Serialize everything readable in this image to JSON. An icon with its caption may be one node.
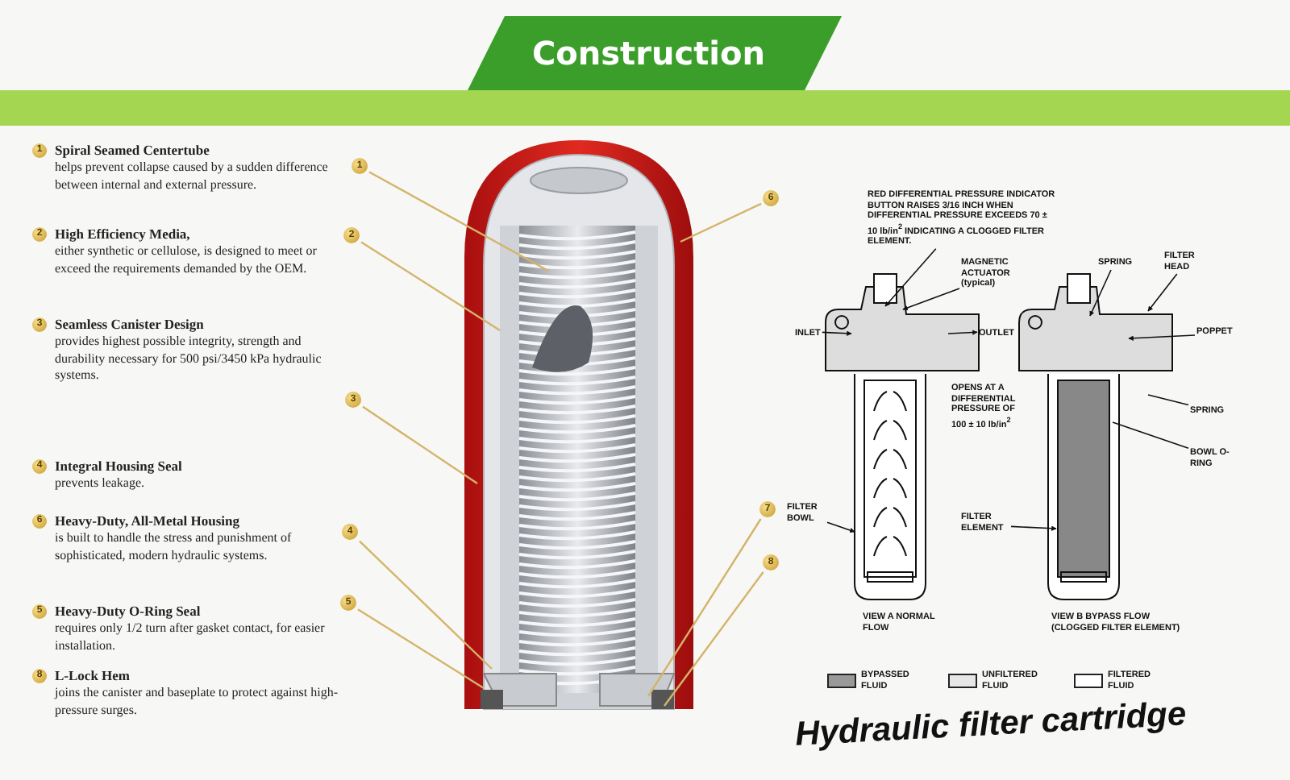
{
  "diagram": {
    "title": "Construction",
    "caption": "Hydraulic filter cartridge",
    "nodes": [
      {
        "text": [
          "1"
        ]
      },
      {
        "text": [
          "2"
        ]
      },
      {
        "text": [
          "3"
        ]
      },
      {
        "text": [
          "4"
        ]
      },
      {
        "text": [
          "5"
        ]
      },
      {
        "text": [
          "6"
        ]
      },
      {
        "text": [
          "7"
        ]
      },
      {
        "text": [
          "8"
        ]
      },
      {
        "text": [
          "RED DIFFERENTIAL PRESSURE INDICATOR BUTTON RAISES 3/16 INCH WHEN DIFFERENTIAL PRESSURE EXCEEDS 70 ± 10 lb/in$^{2}$ INDICATING A CLOGGED FILTER ELEMENT."
        ]
      },
      {
        "text": [
          "MAGNETIC ACTUATOR (typical)"
        ]
      },
      {
        "text": [
          "INLET"
        ]
      },
      {
        "text": [
          "OUTLET"
        ]
      },
      {
        "text": [
          "SPRING"
        ]
      },
      {
        "text": [
          "FILTER HEAD"
        ]
      },
      {
        "text": [
          "POPPET"
        ]
      },
      {
        "text": [
          "SPRING"
        ]
      },
      {
        "text": [
          "BOWL O-RING"
        ]
      },
      {
        "text": [
          "FILTER BOWL"
        ]
      },
      {
        "text": [
          "FILTER ELEMENT"
        ]
      }
    ],
    "edges": [
      {
        "from": 0,
        "to": null,
        "arrow": "none",
        "color": "#d4b46a"
      },
      {
        "from": 1,
        "to": null,
        "arrow": "none",
        "color": "#d4b46a"
      },
      {
        "from": 2,
        "to": null,
        "arrow": "none",
        "color": "#d4b46a"
      },
      {
        "from": 3,
        "to": null,
        "arrow": "none",
        "color": "#d4b46a"
      },
      {
        "from": 4,
        "to": null,
        "arrow": "none",
        "color": "#d4b46a"
      },
      {
        "from": 5,
        "to": null,
        "arrow": "none",
        "color": "#d4b46a"
      },
      {
        "from": 6,
        "to": null,
        "arrow": "none",
        "color": "#d4b46a"
      },
      {
        "from": 7,
        "to": null,
        "arrow": "none",
        "color": "#d4b46a"
      },
      {
        "from": 8,
        "to": null,
        "arrow": "to"
      },
      {
        "from": 9,
        "to": null,
        "arrow": "to"
      },
      {
        "from": 10,
        "to": null,
        "arrow": "to"
      },
      {
        "from": null,
        "to": 11,
        "arrow": "to"
      },
      {
        "from": 12,
        "to": null,
        "arrow": "to"
      },
      {
        "from": 13,
        "to": null,
        "arrow": "to"
      },
      {
        "from": 14,
        "to": null,
        "arrow": "to"
      },
      {
        "from": 15,
        "to": null,
        "arrow": "none"
      },
      {
        "from": 16,
        "to": null,
        "arrow": "none"
      },
      {
        "from": 17,
        "to": null,
        "arrow": "to"
      },
      {
        "from": 18,
        "to": null,
        "arrow": "to"
      }
    ],
    "labels": [
      "1",
      "Spiral Seamed Centertube",
      "helps prevent collapse caused by a sudden difference between internal and external pressure.",
      "2",
      "High Efficiency Media,",
      "either synthetic or cellulose, is designed to meet or exceed the requirements demanded by the OEM.",
      "3",
      "Seamless Canister Design",
      "provides highest possible integrity, strength and durability necessary for 500 psi/3450 kPa hydraulic systems.",
      "4",
      "Integral Housing Seal",
      "prevents leakage.",
      "6",
      "Heavy-Duty, All-Metal Housing",
      "is built to handle the stress and punishment of sophisticated, modern hydraulic systems.",
      "5",
      "Heavy-Duty O-Ring Seal",
      "requires only 1/2 turn after gasket contact, for easier installation.",
      "8",
      "L-Lock Hem",
      "joins the canister and baseplate to protect against high-pressure surges.",
      "OPENS AT A DIFFERENTIAL PRESSURE OF 100 ± 10 lb/in$^{2}$",
      "VIEW A NORMAL FLOW",
      "VIEW B BYPASS FLOW (CLOGGED FILTER ELEMENT)"
    ],
    "legend": [
      {
        "text": "BYPASSED FLUID"
      },
      {
        "text": "UNFILTERED FLUID"
      },
      {
        "text": "FILTERED FLUID"
      }
    ]
  }
}
